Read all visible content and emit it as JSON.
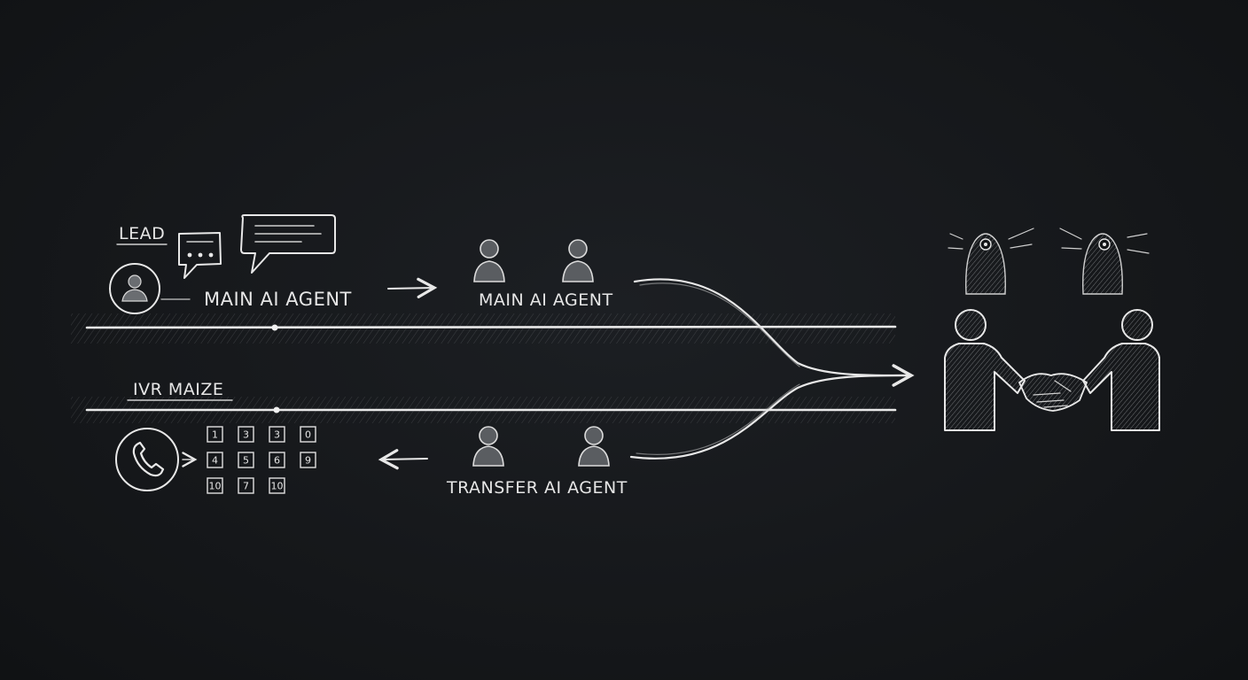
{
  "labels": {
    "lead": "LEAD",
    "main_agent_left": "MAIN AI AGENT",
    "main_agent_right": "MAIN AI AGENT",
    "ivr": "IVR MAIZE",
    "transfer_agent": "TRANSFER AI AGENT"
  },
  "keypad": [
    [
      "1",
      "3",
      "3",
      "0"
    ],
    [
      "4",
      "5",
      "6",
      "9"
    ],
    [
      "10",
      "7",
      "10"
    ]
  ],
  "colors": {
    "background": "#16181b",
    "chalk": "#e8e8e8",
    "figure_fill": "#5a5d61"
  },
  "icons": {
    "lead_avatar": "person-circle-icon",
    "small_chat": "chat-bubble-dots-icon",
    "large_chat": "chat-bubble-lines-icon",
    "phone": "phone-circle-icon",
    "handshake": "handshake-icon",
    "observers": "hooded-observer-icon"
  }
}
